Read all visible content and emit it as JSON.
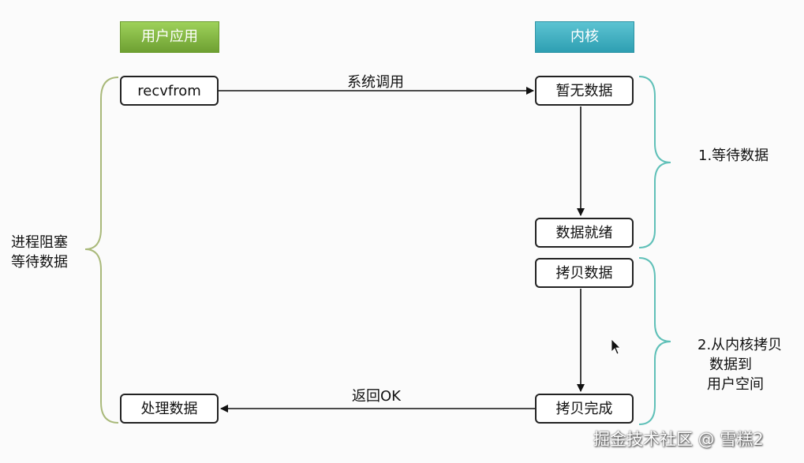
{
  "headers": {
    "user_app": "用户应用",
    "kernel": "内核"
  },
  "nodes": {
    "recvfrom": "recvfrom",
    "no_data": "暂无数据",
    "data_ready": "数据就绪",
    "copy_data": "拷贝数据",
    "copy_done": "拷贝完成",
    "process_data": "处理数据"
  },
  "edges": {
    "syscall": "系统调用",
    "return_ok": "返回OK"
  },
  "annotations": {
    "process_blocked_line1": "进程阻塞",
    "process_blocked_line2": "等待数据",
    "wait_data": "1.等待数据",
    "copy_line1": "2.从内核拷贝",
    "copy_line2": "数据到",
    "copy_line3": "用户空间"
  },
  "watermark": "掘金技术社区 @ 雪糕2",
  "colors": {
    "user_header": "#7fb83e",
    "kernel_header": "#3fb0c0",
    "bracket_left": "#a9b97a",
    "bracket_right": "#5fc0b8"
  }
}
